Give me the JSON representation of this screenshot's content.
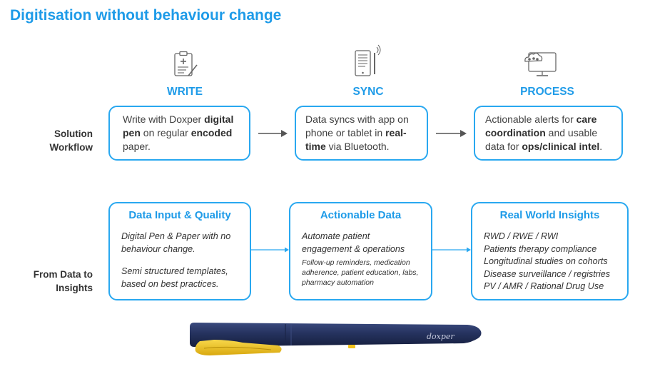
{
  "title": "Digitisation without behaviour change",
  "workflow": {
    "row_label": [
      "Solution",
      "Workflow"
    ],
    "steps": [
      {
        "label": "WRITE",
        "icon": "clipboard-pen-icon",
        "parts": [
          [
            "Write with Doxper ",
            false
          ],
          [
            "digital pen",
            true
          ],
          [
            " on regular ",
            false
          ],
          [
            "encoded",
            true
          ],
          [
            " paper.",
            false
          ]
        ]
      },
      {
        "label": "SYNC",
        "icon": "tablet-stylus-icon",
        "parts": [
          [
            "Data syncs with app on phone or tablet in ",
            false
          ],
          [
            "real-time",
            true
          ],
          [
            " via Bluetooth.",
            false
          ]
        ]
      },
      {
        "label": "PROCESS",
        "icon": "cloud-monitor-icon",
        "parts": [
          [
            "Actionable alerts for ",
            false
          ],
          [
            "care coordination",
            true
          ],
          [
            " and usable data for ",
            false
          ],
          [
            "ops/clinical intel",
            true
          ],
          [
            ".",
            false
          ]
        ]
      }
    ]
  },
  "insights": {
    "row_label": [
      "From Data to",
      "Insights"
    ],
    "cards": [
      {
        "title": "Data Input & Quality",
        "lines": [
          "Digital Pen & Paper with no behaviour change.",
          "Semi structured templates, based on best practices."
        ]
      },
      {
        "title": "Actionable Data",
        "lines": [
          "Automate patient engagement & operations"
        ],
        "small": "Follow-up reminders, medication adherence, patient education, labs, pharmacy automation"
      },
      {
        "title": "Real World Insights",
        "lines": [
          "RWD / RWE / RWI",
          "Patients therapy compliance",
          "Longitudinal studies on cohorts",
          "Disease surveillance / registries",
          "PV / AMR / Rational Drug Use"
        ]
      }
    ]
  },
  "pen": {
    "brand": "doxper"
  },
  "colors": {
    "accent": "#1e9be8",
    "pen_body": "#25325e",
    "pen_clip": "#f2c21b"
  }
}
